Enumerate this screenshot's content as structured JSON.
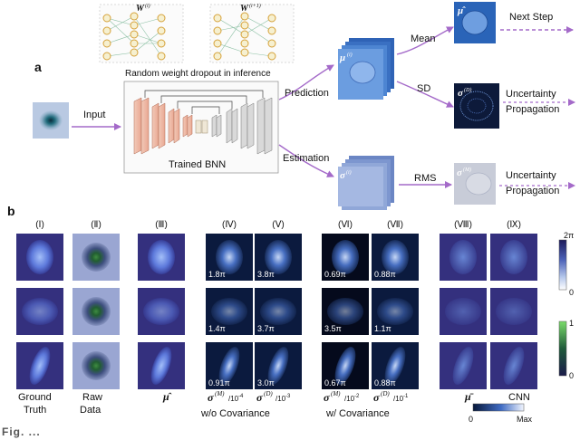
{
  "panel_a": {
    "label": "a",
    "input_label": "Input",
    "dropout_note": "Random weight dropout in inference",
    "network_label": "Trained BNN",
    "weight_sup_1": "(i)",
    "weight_sup_2": "(i+1)",
    "prediction_label": "Prediction",
    "estimation_label": "Estimation",
    "mean_label": "Mean",
    "sd_label": "SD",
    "rms_label": "RMS",
    "next_step": "Next Step",
    "uncertainty_1": [
      "Uncertainty",
      "Propagation"
    ],
    "uncertainty_2": [
      "Uncertainty",
      "Propagation"
    ],
    "mu_i_sup": "(i)",
    "sigma_i_sup": "(i)",
    "sigma_d_sup": "(D)",
    "sigma_m_sup": "(M)"
  },
  "panel_b": {
    "label": "b",
    "columns": [
      "(Ⅰ)",
      "(Ⅱ)",
      "(Ⅲ)",
      "(Ⅳ)",
      "(Ⅴ)",
      "(Ⅵ)",
      "(Ⅶ)",
      "(Ⅷ)",
      "(Ⅸ)"
    ],
    "values": [
      [
        "1.8π",
        "3.8π",
        "0.69π",
        "0.88π"
      ],
      [
        "1.4π",
        "3.7π",
        "3.5π",
        "1.1π"
      ],
      [
        "0.91π",
        "3.0π",
        "0.67π",
        "0.88π"
      ]
    ],
    "bottom_labels": {
      "ground_truth": [
        "Ground",
        "Truth"
      ],
      "raw_data": [
        "Raw",
        "Data"
      ],
      "cnn": "CNN",
      "scale_iv": "/10",
      "exp_iv": "-4",
      "scale_v": "/10",
      "exp_v": "-3",
      "scale_vi": "/10",
      "exp_vi": "-2",
      "scale_vii": "/10",
      "exp_vii": "-1"
    },
    "group_labels": [
      "w/o Covariance",
      "w/ Covariance"
    ],
    "colorbar_phase": {
      "max": "2π",
      "min": "0"
    },
    "colorbar_raw": {
      "max": "1",
      "min": "0"
    },
    "colorbar_uncert": {
      "min": "0",
      "max": "Max"
    }
  },
  "caption_fragment": "Fig. ..."
}
